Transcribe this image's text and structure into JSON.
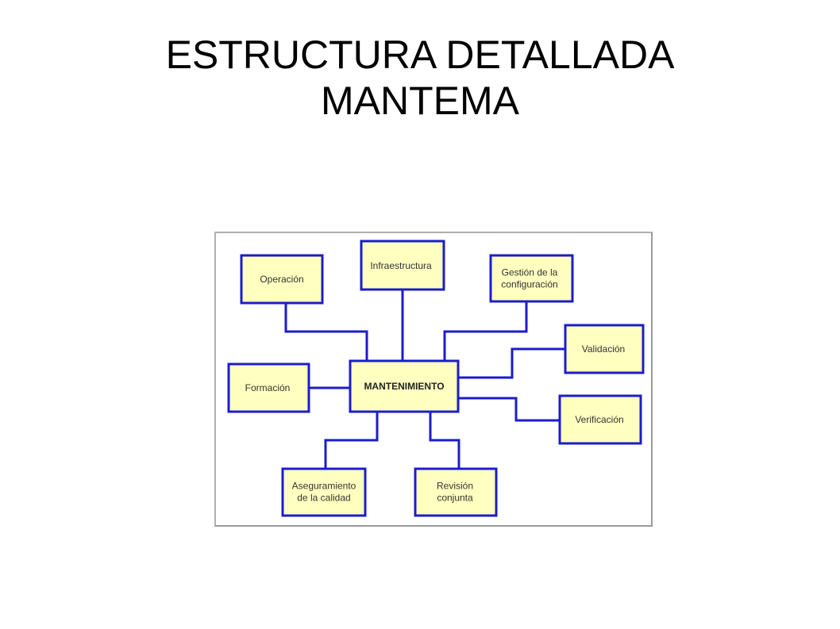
{
  "title": {
    "line1": "ESTRUCTURA DETALLADA",
    "line2": "MANTEMA"
  },
  "diagram": {
    "center": "MANTENIMIENTO",
    "nodes": {
      "operacion": [
        "Operación"
      ],
      "infraestructura": [
        "Infraestructura"
      ],
      "gestion": [
        "Gestión de la",
        "configuración"
      ],
      "validacion": [
        "Validación"
      ],
      "formacion": [
        "Formación"
      ],
      "verificacion": [
        "Verificación"
      ],
      "aseguramiento": [
        "Aseguramiento",
        "de la calidad"
      ],
      "revision": [
        "Revisión",
        "conjunta"
      ]
    },
    "colors": {
      "box_fill": "#ffffc0",
      "box_border": "#1c1ccc",
      "connector": "#1c1ccc"
    }
  }
}
